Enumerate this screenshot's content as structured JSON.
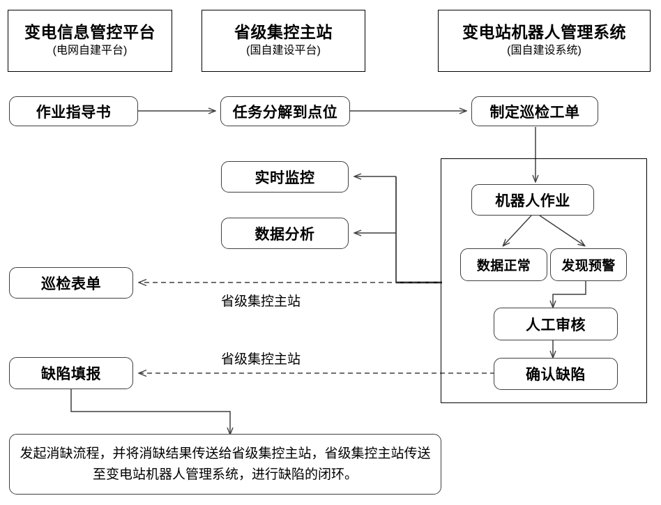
{
  "diagram": {
    "title_headers": [
      {
        "title": "变电信息管控平台",
        "subtitle": "(电网自建平台)"
      },
      {
        "title": "省级集控主站",
        "subtitle": "(国自建设平台)"
      },
      {
        "title": "变电站机器人管理系统",
        "subtitle": "(国自建设系统)"
      }
    ],
    "nodes": {
      "work_instruction": "作业指导书",
      "task_breakdown": "任务分解到点位",
      "create_work_order": "制定巡检工单",
      "robot_operation": "机器人作业",
      "data_normal": "数据正常",
      "alarm_found": "发现预警",
      "manual_review": "人工审核",
      "confirm_defect": "确认缺陷",
      "realtime_monitor": "实时监控",
      "data_analysis": "数据分析",
      "inspection_form": "巡检表单",
      "defect_report": "缺陷填报",
      "closure_note": "发起消缺流程，并将消缺结果传送给省级集控主站，省级集控主站传送至变电站机器人管理系统，进行缺陷的闭环。"
    },
    "edge_labels": {
      "inspection_channel": "省级集控主站",
      "defect_channel": "省级集控主站"
    },
    "colors": {
      "stroke": "#3f3f3f",
      "stroke_strong": "#000000",
      "background": "#ffffff",
      "text": "#000000"
    }
  }
}
